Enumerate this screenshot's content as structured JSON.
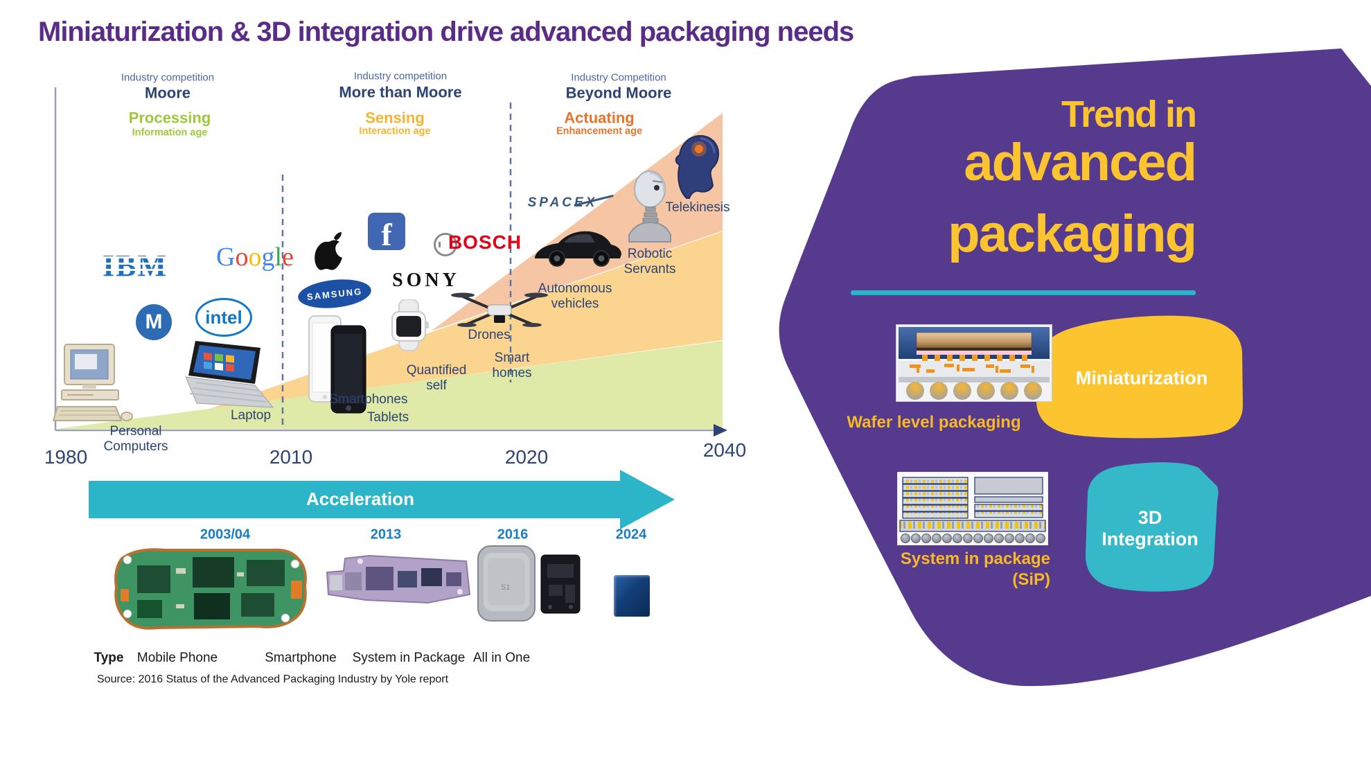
{
  "title": "Miniaturization & 3D integration drive advanced packaging needs",
  "colors": {
    "title_purple": "#5b2c87",
    "panel_purple": "#563a8e",
    "accent_yellow": "#fcc52f",
    "accent_teal": "#2cb5c8",
    "navy_text": "#2d4373",
    "light_blue_text": "#4a68a0",
    "green_theme": "#9ec73b",
    "amber_theme": "#f6b42c",
    "orange_theme": "#e8732a",
    "wedge_green": "#dfe9a8",
    "wedge_yellow": "#fbd490",
    "wedge_salmon": "#f6c6a4",
    "year_blue": "#1a7dc4"
  },
  "chart": {
    "eras": [
      {
        "competition": "Industry competition",
        "name": "Moore",
        "theme": "Processing",
        "age": "Information age"
      },
      {
        "competition": "Industry competition",
        "name": "More than Moore",
        "theme": "Sensing",
        "age": "Interaction age"
      },
      {
        "competition": "Industry Competition",
        "name": "Beyond Moore",
        "theme": "Actuating",
        "age": "Enhancement age"
      }
    ],
    "axis_years": [
      "1980",
      "2010",
      "2020",
      "2040"
    ],
    "item_labels": {
      "personal_computers": "Personal\nComputers",
      "laptop": "Laptop",
      "smartphones": "Smartphones",
      "tablets": "Tablets",
      "quantified_self": "Quantified\nself",
      "smart_homes": "Smart\nhomes",
      "drones": "Drones",
      "autonomous_vehicles": "Autonomous\nvehicles",
      "robotic_servants": "Robotic\nServants",
      "telekinesis": "Telekinesis"
    },
    "logos": {
      "ibm": "IBM",
      "motorola": "M",
      "google": {
        "letters": [
          "G",
          "o",
          "o",
          "g",
          "l",
          "e"
        ]
      },
      "intel": "intel",
      "samsung": "SAMSUNG",
      "facebook": "f",
      "sony": "SONY",
      "bosch": "BOSCH",
      "spacex": "SPACEX"
    }
  },
  "acceleration": {
    "label": "Acceleration",
    "years": [
      "2003/04",
      "2013",
      "2016",
      "2024"
    ]
  },
  "type_row": {
    "header": "Type",
    "items": [
      "Mobile Phone",
      "Smartphone",
      "System in Package",
      "All in One"
    ],
    "watch_chip_text": "S1"
  },
  "source": "Source: 2016 Status of the Advanced Packaging Industry by Yole report",
  "panel": {
    "title_line1": "Trend in",
    "title_line2": "advanced",
    "title_line3": "packaging",
    "wafer_label": "Wafer level packaging",
    "miniaturization_label": "Miniaturization",
    "sip_label": "System in package\n(SiP)",
    "integration_label": "3D\nIntegration"
  }
}
